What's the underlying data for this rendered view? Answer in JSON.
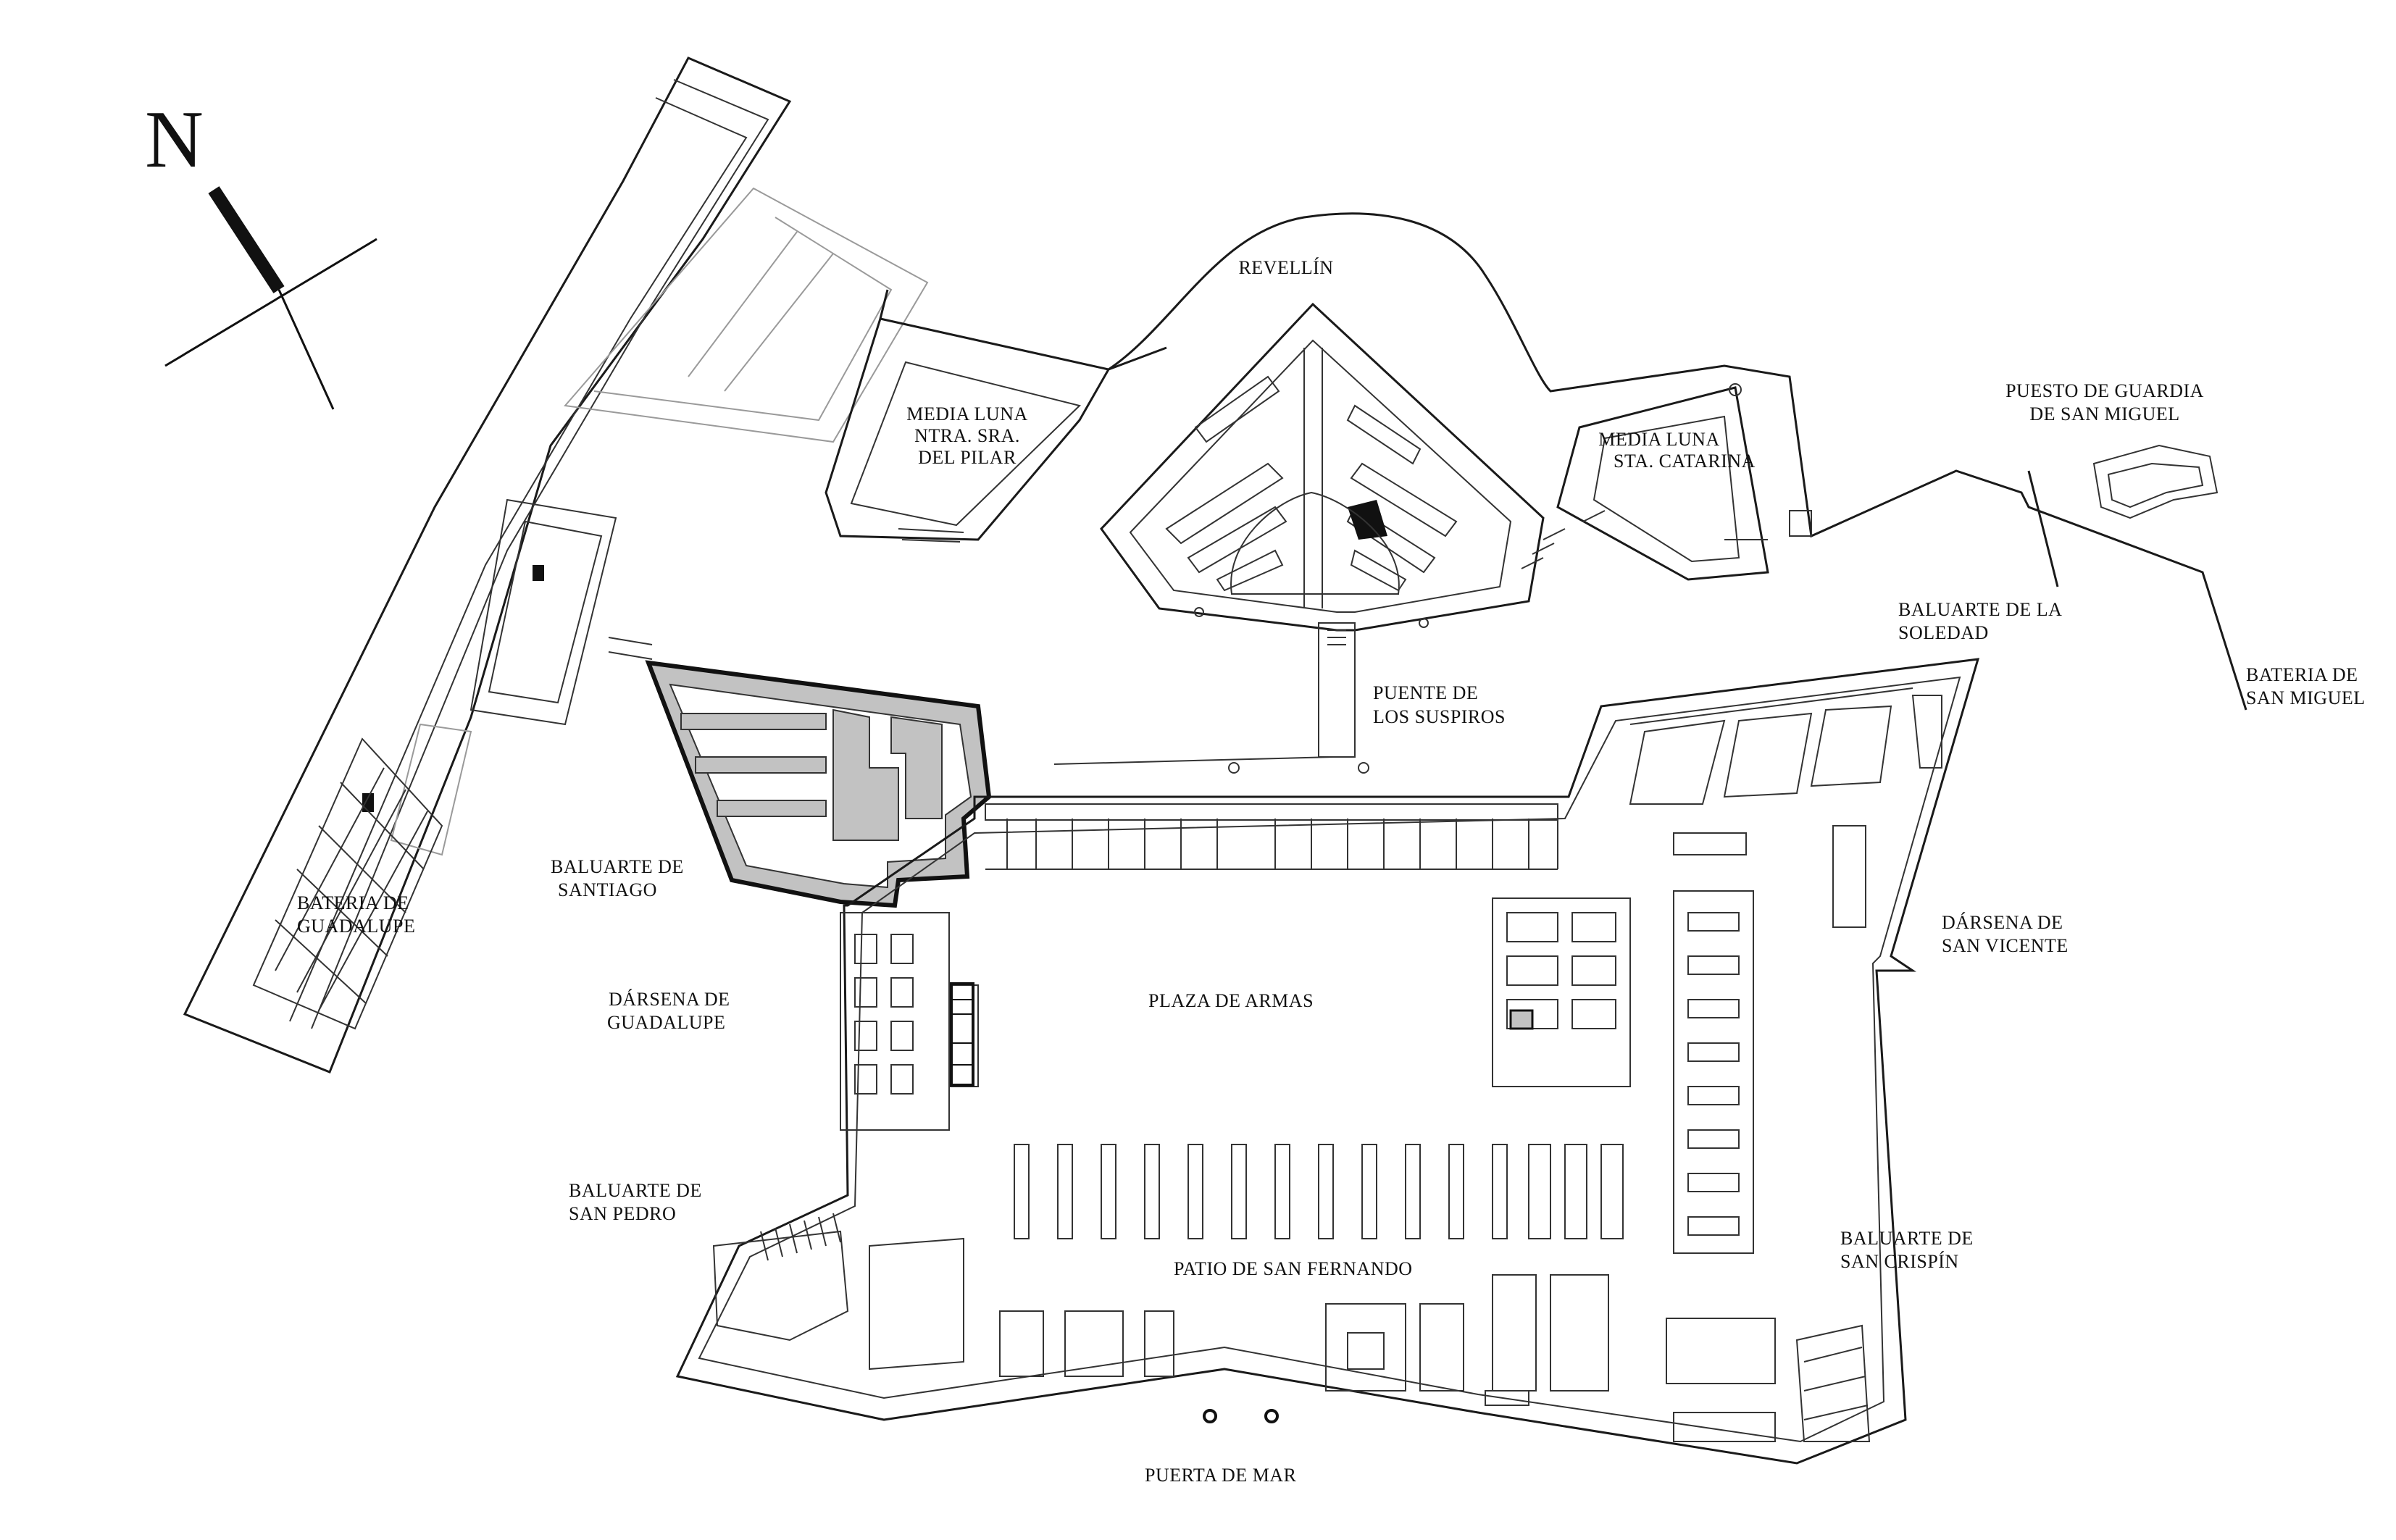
{
  "compass": {
    "letter": "N",
    "icon": "north-arrow-icon"
  },
  "labels": {
    "revellin": "REVELLÍN",
    "media_luna_pilar": [
      "MEDIA LUNA",
      "NTRA. SRA.",
      "DEL PILAR"
    ],
    "media_luna_catarina": [
      "MEDIA LUNA",
      "STA. CATARINA"
    ],
    "puesto_guardia": [
      "PUESTO DE GUARDIA",
      "DE SAN MIGUEL"
    ],
    "baluarte_soledad": [
      "BALUARTE DE LA",
      "SOLEDAD"
    ],
    "bateria_san_miguel": [
      "BATERIA DE",
      "SAN MIGUEL"
    ],
    "puente_suspiros": [
      "PUENTE DE",
      "LOS SUSPIROS"
    ],
    "baluarte_santiago": [
      "BALUARTE DE",
      "SANTIAGO"
    ],
    "bateria_guadalupe": [
      "BATERIA DE",
      "GUADALUPE"
    ],
    "darsena_guadalupe": [
      "DÁRSENA DE",
      "GUADALUPE"
    ],
    "plaza_armas": "PLAZA DE ARMAS",
    "darsena_san_vicente": [
      "DÁRSENA DE",
      "SAN VICENTE"
    ],
    "baluarte_san_pedro": [
      "BALUARTE DE",
      "SAN PEDRO"
    ],
    "patio_san_fernando": "PATIO DE SAN FERNANDO",
    "baluarte_san_crispin": [
      "BALUARTE DE",
      "SAN CRISPÍN"
    ],
    "puerta_mar": "PUERTA DE MAR"
  },
  "colors": {
    "line": "#1a1a1a",
    "highlight_fill": "#c2c2c2",
    "faint_line": "#9a9a9a",
    "background": "#ffffff"
  }
}
